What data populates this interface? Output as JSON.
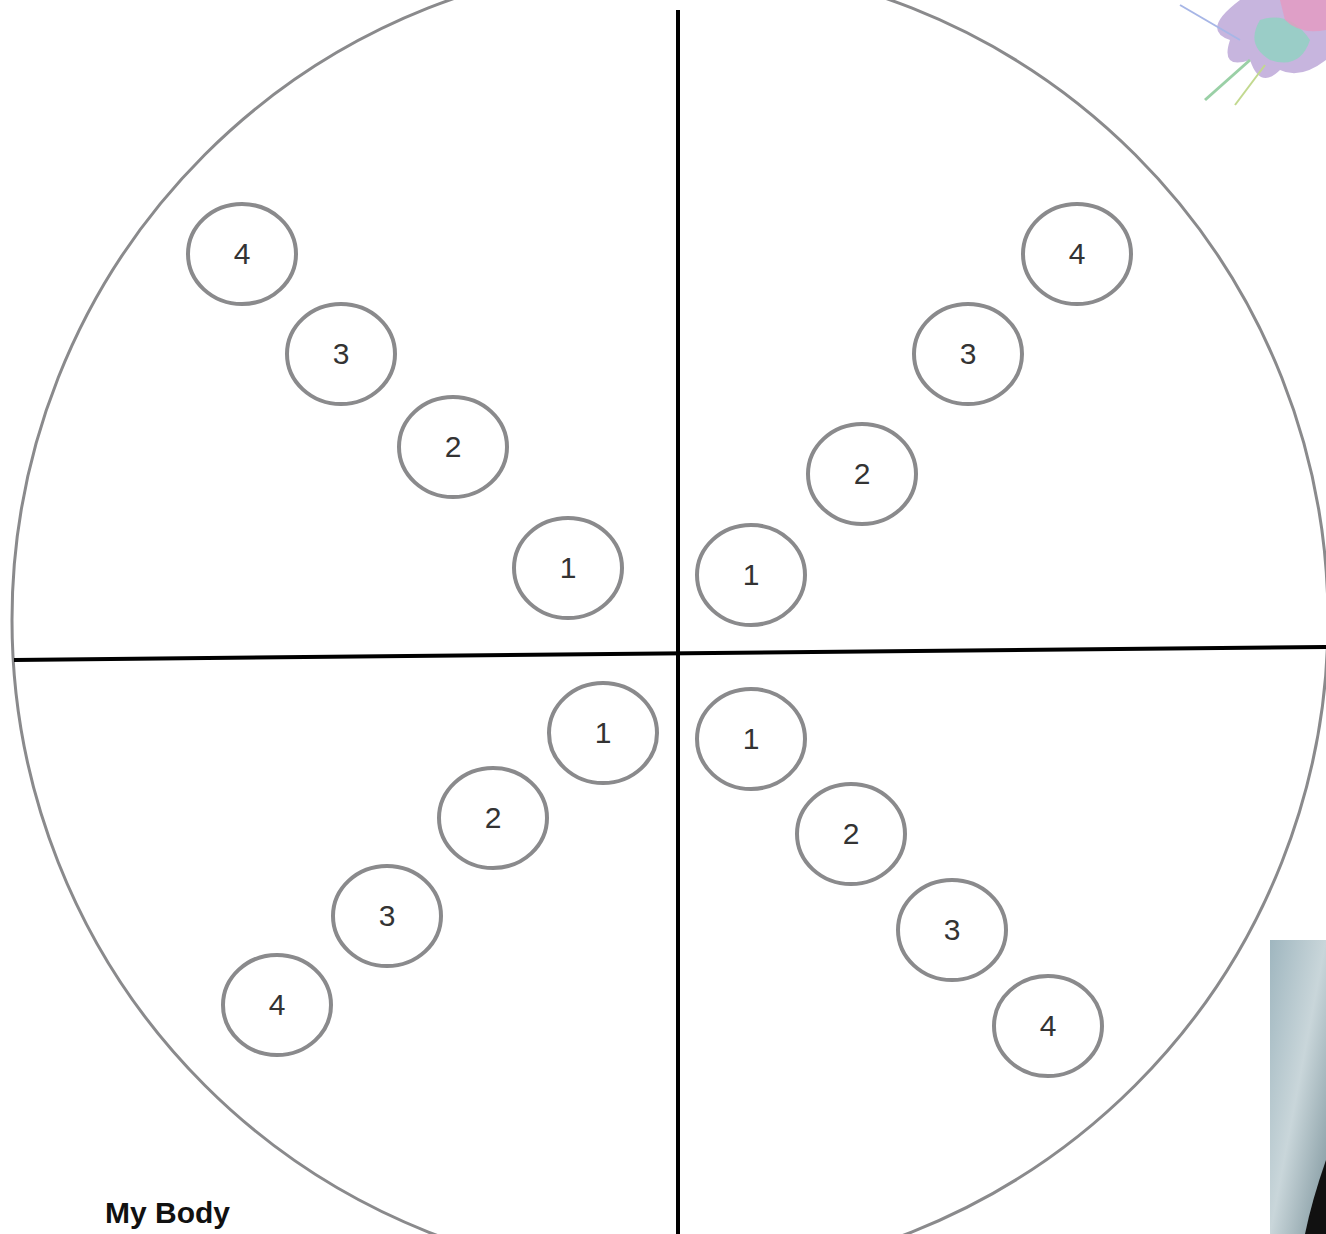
{
  "diagram": {
    "nodes": [
      {
        "text": [
          "4"
        ]
      },
      {
        "text": [
          "3"
        ]
      },
      {
        "text": [
          "2"
        ]
      },
      {
        "text": [
          "1"
        ]
      },
      {
        "text": [
          "4"
        ]
      },
      {
        "text": [
          "3"
        ]
      },
      {
        "text": [
          "2"
        ]
      },
      {
        "text": [
          "1"
        ]
      },
      {
        "text": [
          "1"
        ]
      },
      {
        "text": [
          "2"
        ]
      },
      {
        "text": [
          "3"
        ]
      },
      {
        "text": [
          "4"
        ]
      },
      {
        "text": [
          "1"
        ]
      },
      {
        "text": [
          "2"
        ]
      },
      {
        "text": [
          "3"
        ]
      },
      {
        "text": [
          "4"
        ]
      }
    ],
    "labels": [
      "My Body"
    ]
  }
}
